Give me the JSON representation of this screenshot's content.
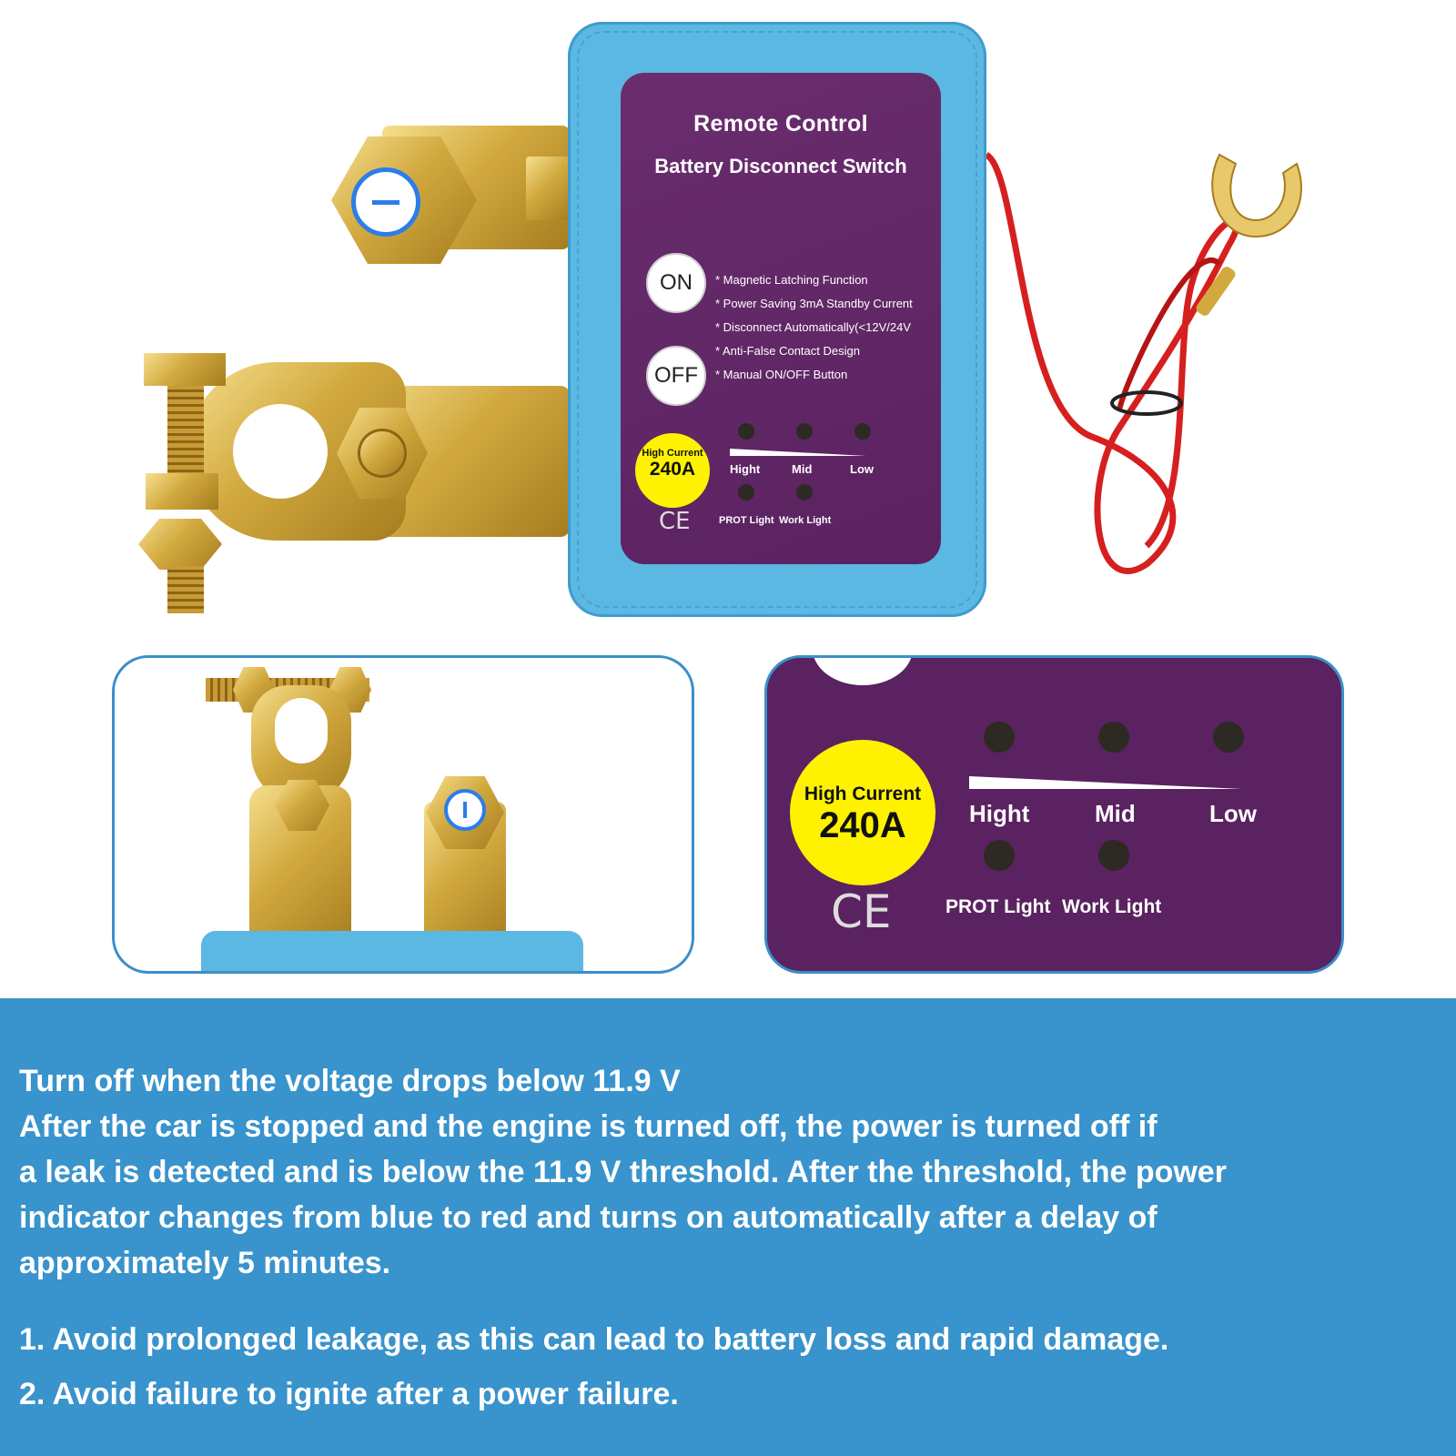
{
  "device": {
    "title_line1": "Remote Control",
    "title_line2": "Battery Disconnect Switch",
    "on_button": "ON",
    "off_button": "OFF",
    "features": [
      "* Magnetic Latching Function",
      "* Power Saving 3mA Standby Current",
      "* Disconnect Automatically(<12V/24V",
      "* Anti-False Contact Design",
      "* Manual ON/OFF Button"
    ],
    "badge_line1": "High Current",
    "badge_line2": "240A",
    "levels": [
      "Hight",
      "Mid",
      "Low"
    ],
    "lights": [
      "PROT Light",
      "Work Light"
    ],
    "ce_mark": "CE"
  },
  "colors": {
    "device_body": "#5bb8e3",
    "face_plate": "#5a2260",
    "badge": "#fff200",
    "info_band": "#3993cc",
    "wire": "#d61f1f",
    "brass": "#d2a93f"
  },
  "info": {
    "heading": "Turn off when the voltage drops below 11.9 V",
    "body_lines": [
      "After the car is stopped and the engine is turned off, the power is turned off if",
      "a leak is detected and is below the 11.9 V threshold. After the threshold, the power",
      "indicator changes from blue to red and turns on automatically after a delay of",
      "approximately 5 minutes."
    ],
    "points": [
      "1. Avoid prolonged leakage, as this can lead to battery loss and rapid damage.",
      "2. Avoid failure to ignite after a power failure."
    ]
  }
}
